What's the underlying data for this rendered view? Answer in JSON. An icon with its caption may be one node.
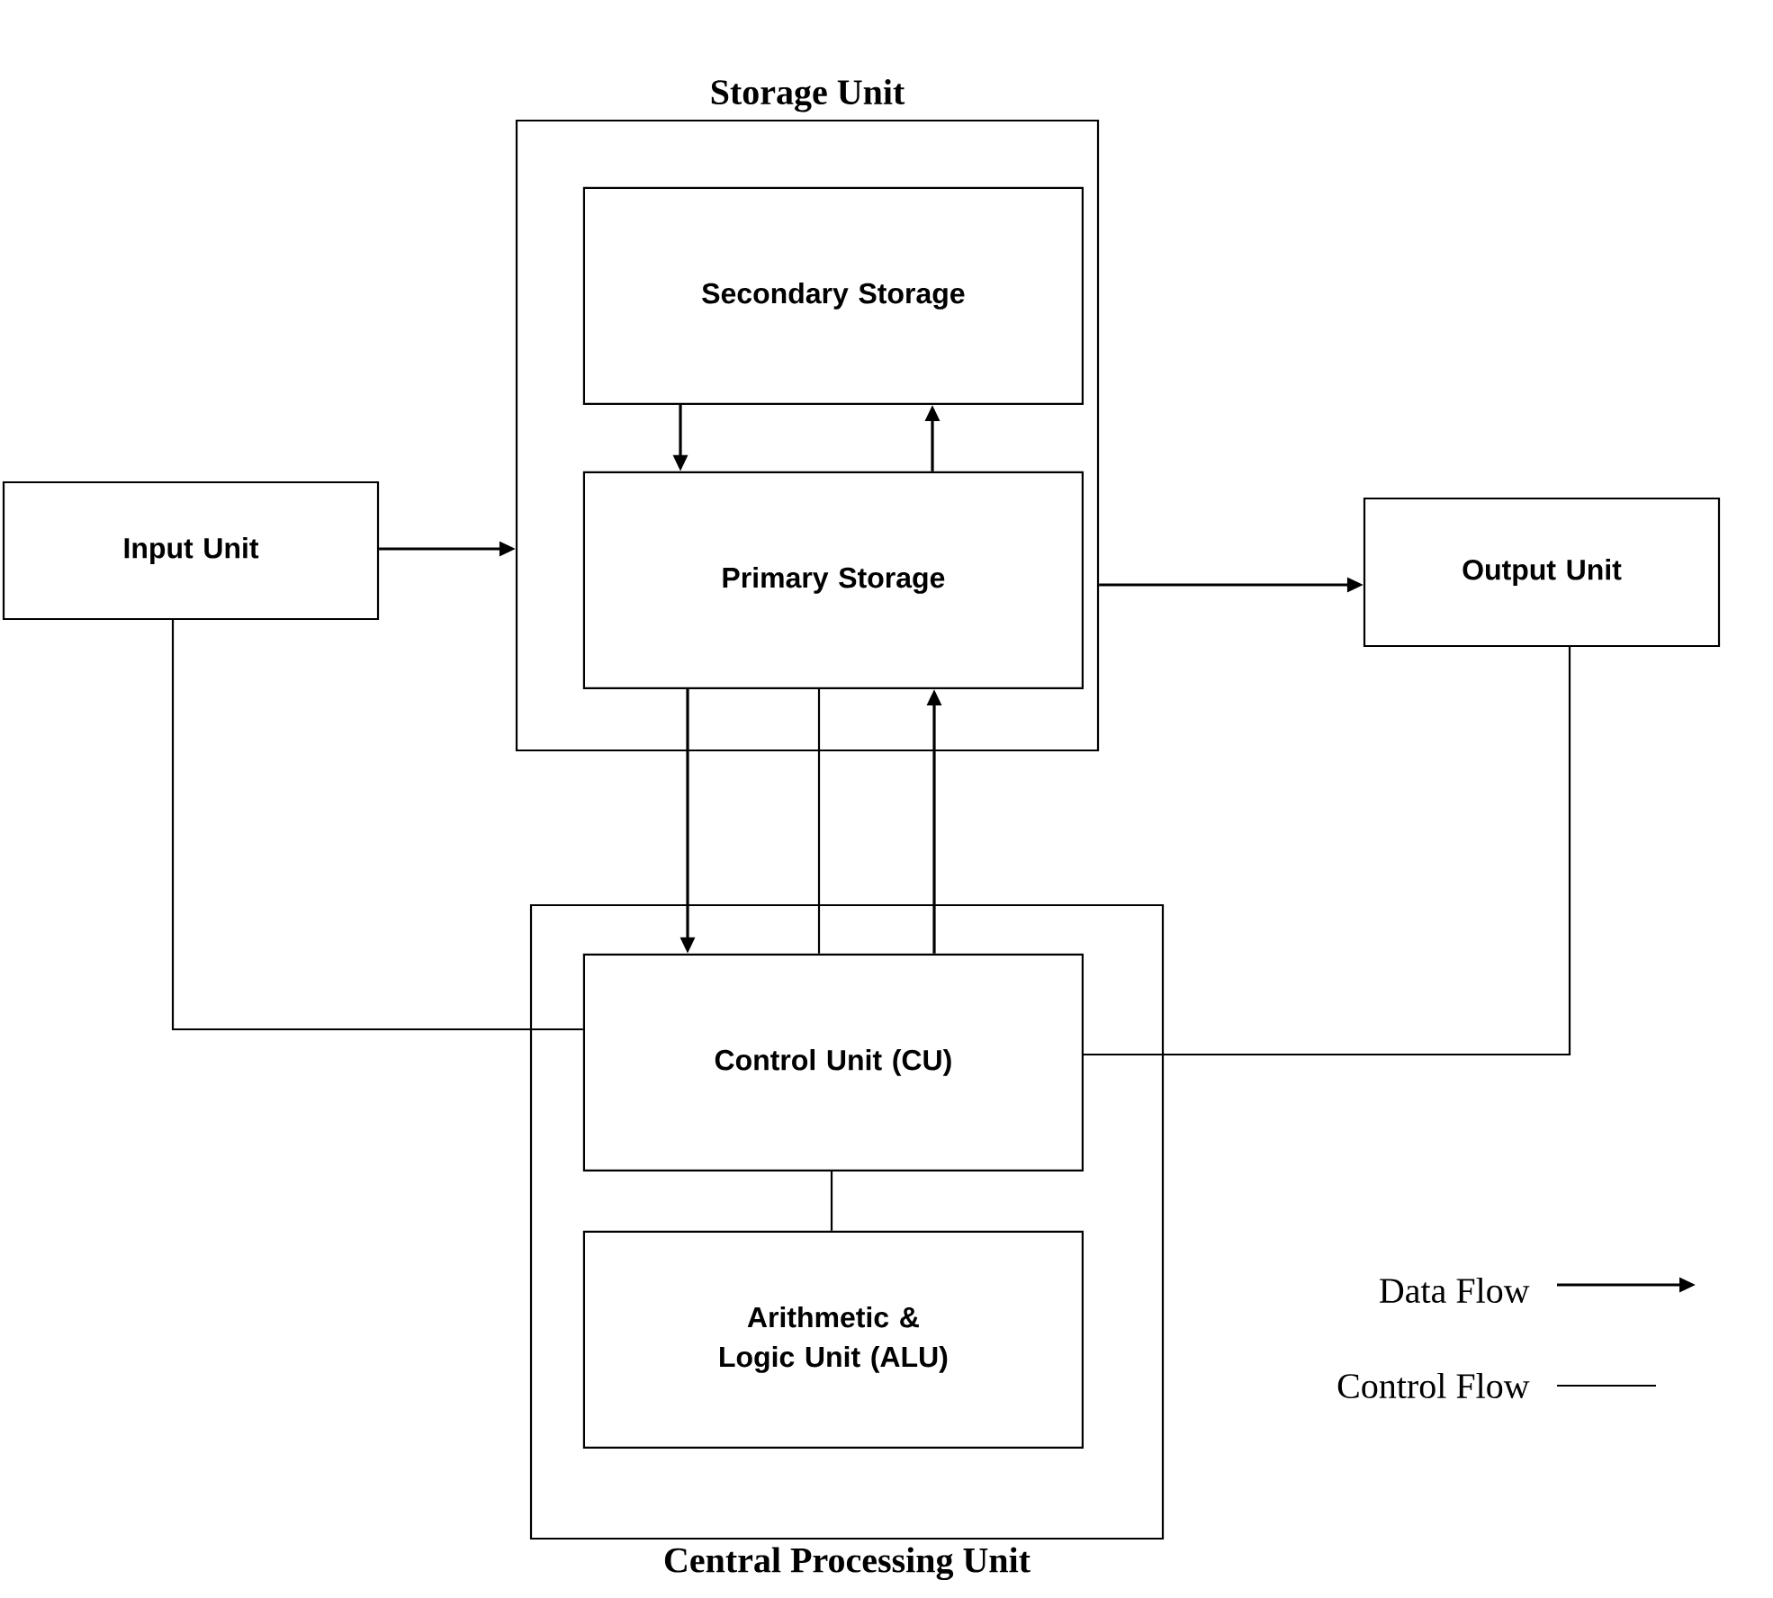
{
  "diagram": {
    "nodes": [
      {
        "text": [
          "Storage Unit"
        ]
      },
      {
        "text": [
          "Secondary Storage"
        ],
        "in": 0
      },
      {
        "text": [
          "Primary Storage"
        ],
        "in": 0
      },
      {
        "text": [
          "Input Unit"
        ]
      },
      {
        "text": [
          "Output Unit"
        ]
      },
      {
        "text": [
          "Central Processing Unit"
        ]
      },
      {
        "text": [
          "Control Unit (CU)"
        ],
        "in": 5
      },
      {
        "text": [
          "Arithmetic & Logic Unit (ALU)"
        ],
        "in": 5
      }
    ],
    "edges": [
      {
        "from": 1,
        "to": 2,
        "arrow": "to"
      },
      {
        "from": 2,
        "to": 1,
        "arrow": "to"
      },
      {
        "from": 3,
        "to": 0,
        "arrow": "to"
      },
      {
        "from": 0,
        "to": 4,
        "arrow": "to"
      },
      {
        "from": 2,
        "to": 6,
        "arrow": "to"
      },
      {
        "from": 2,
        "to": 6,
        "arrow": "none"
      },
      {
        "from": 6,
        "to": 2,
        "arrow": "to"
      },
      {
        "from": 3,
        "to": 6,
        "arrow": "none"
      },
      {
        "from": 6,
        "to": 4,
        "arrow": "none"
      },
      {
        "from": 6,
        "to": 7,
        "arrow": "none"
      }
    ],
    "legend": [
      {
        "text": "Data Flow"
      },
      {
        "text": "Control Flow"
      }
    ]
  }
}
